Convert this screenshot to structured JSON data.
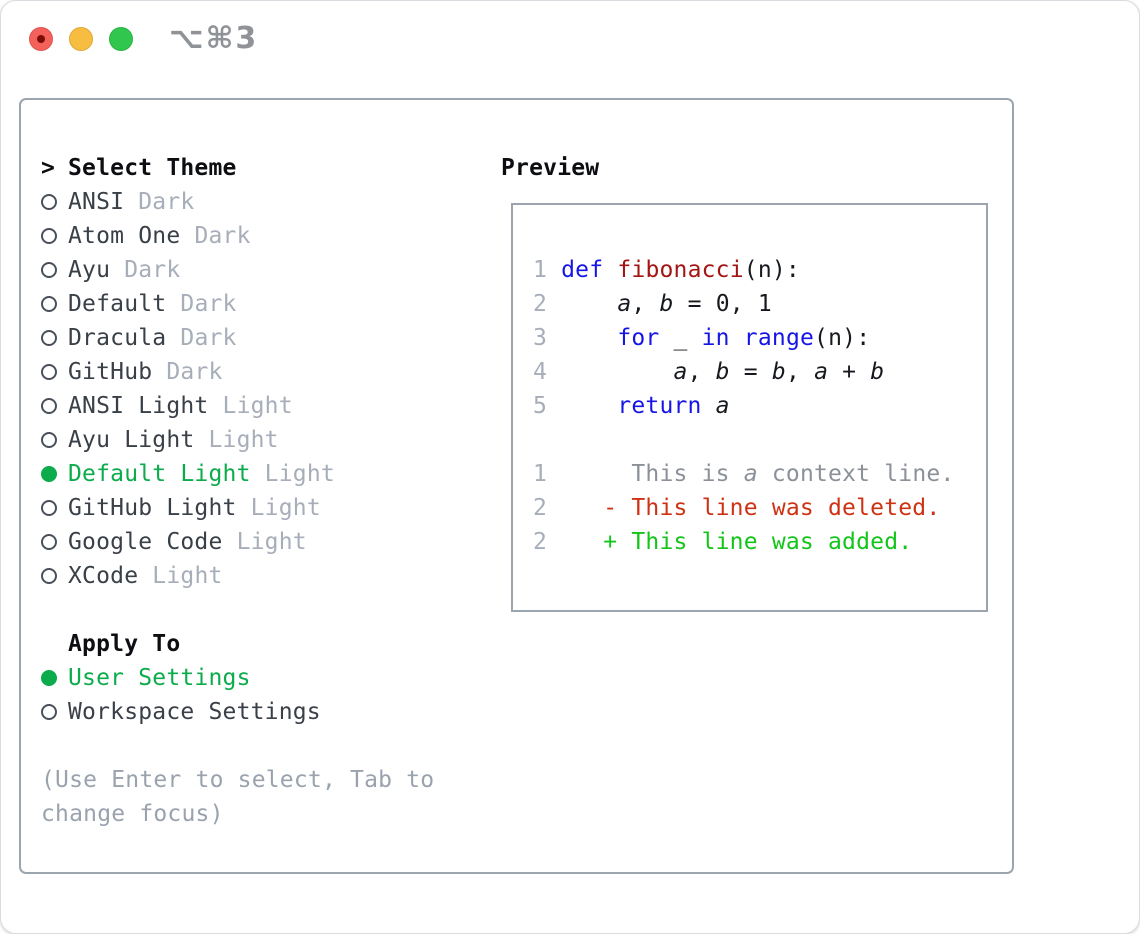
{
  "titlebar": {
    "shortcut": "⌥⌘3",
    "lights": [
      "close",
      "minimize",
      "zoom"
    ]
  },
  "theme_panel": {
    "header_prefix": ">",
    "header": "Select Theme",
    "themes": [
      {
        "name": "ANSI",
        "variant": "Dark",
        "selected": false
      },
      {
        "name": "Atom One",
        "variant": "Dark",
        "selected": false
      },
      {
        "name": "Ayu",
        "variant": "Dark",
        "selected": false
      },
      {
        "name": "Default",
        "variant": "Dark",
        "selected": false
      },
      {
        "name": "Dracula",
        "variant": "Dark",
        "selected": false
      },
      {
        "name": "GitHub",
        "variant": "Dark",
        "selected": false
      },
      {
        "name": "ANSI Light",
        "variant": "Light",
        "selected": false
      },
      {
        "name": "Ayu Light",
        "variant": "Light",
        "selected": false
      },
      {
        "name": "Default Light",
        "variant": "Light",
        "selected": true
      },
      {
        "name": "GitHub Light",
        "variant": "Light",
        "selected": false
      },
      {
        "name": "Google Code",
        "variant": "Light",
        "selected": false
      },
      {
        "name": "XCode",
        "variant": "Light",
        "selected": false
      }
    ],
    "apply_to": {
      "header": "Apply To",
      "options": [
        {
          "label": "User Settings",
          "selected": true
        },
        {
          "label": "Workspace Settings",
          "selected": false
        }
      ]
    },
    "hint_lines": [
      "(Use Enter to select, Tab to",
      "change focus)"
    ]
  },
  "preview": {
    "title": "Preview",
    "lines": [
      {
        "num": "1",
        "type": "code",
        "segments": [
          {
            "text": " "
          },
          {
            "text": "def",
            "style": "kw"
          },
          {
            "text": " "
          },
          {
            "text": "fibonacci",
            "style": "fn"
          },
          {
            "text": "(n):"
          }
        ]
      },
      {
        "num": "2",
        "type": "code",
        "segments": [
          {
            "text": "     "
          },
          {
            "text": "a",
            "style": "var"
          },
          {
            "text": ", "
          },
          {
            "text": "b",
            "style": "var"
          },
          {
            "text": " = 0, 1"
          }
        ]
      },
      {
        "num": "3",
        "type": "code",
        "segments": [
          {
            "text": "     "
          },
          {
            "text": "for",
            "style": "kw"
          },
          {
            "text": " _ "
          },
          {
            "text": "in",
            "style": "kw"
          },
          {
            "text": " "
          },
          {
            "text": "range",
            "style": "kw"
          },
          {
            "text": "(n):"
          }
        ]
      },
      {
        "num": "4",
        "type": "code",
        "segments": [
          {
            "text": "         "
          },
          {
            "text": "a",
            "style": "var"
          },
          {
            "text": ", "
          },
          {
            "text": "b",
            "style": "var"
          },
          {
            "text": " = "
          },
          {
            "text": "b",
            "style": "var"
          },
          {
            "text": ", "
          },
          {
            "text": "a",
            "style": "var"
          },
          {
            "text": " + "
          },
          {
            "text": "b",
            "style": "var"
          }
        ]
      },
      {
        "num": "5",
        "type": "code",
        "segments": [
          {
            "text": "     "
          },
          {
            "text": "return",
            "style": "kw"
          },
          {
            "text": " "
          },
          {
            "text": "a",
            "style": "var"
          }
        ]
      },
      {
        "num": "",
        "type": "blank",
        "segments": []
      },
      {
        "num": "1",
        "type": "context",
        "segments": [
          {
            "text": "      This is "
          },
          {
            "text": "a",
            "style": "var"
          },
          {
            "text": " context line."
          }
        ]
      },
      {
        "num": "2",
        "type": "deleted",
        "segments": [
          {
            "text": "    - This line was deleted."
          }
        ]
      },
      {
        "num": "2",
        "type": "added",
        "segments": [
          {
            "text": "    + This line was added."
          }
        ]
      }
    ]
  },
  "colors": {
    "accent_green": "#0cab4b",
    "keyword_blue": "#1515e6",
    "function_red": "#a31414",
    "diff_deleted": "#ce3214",
    "diff_added": "#13c51a",
    "diff_context": "#8b9099",
    "muted_gray": "#a7aeb9",
    "hint_gray": "#9aa2ad",
    "panel_border": "#9ca4ae",
    "traffic_red": "#f4615b",
    "traffic_yellow": "#f7bd40",
    "traffic_green": "#31c74e"
  }
}
